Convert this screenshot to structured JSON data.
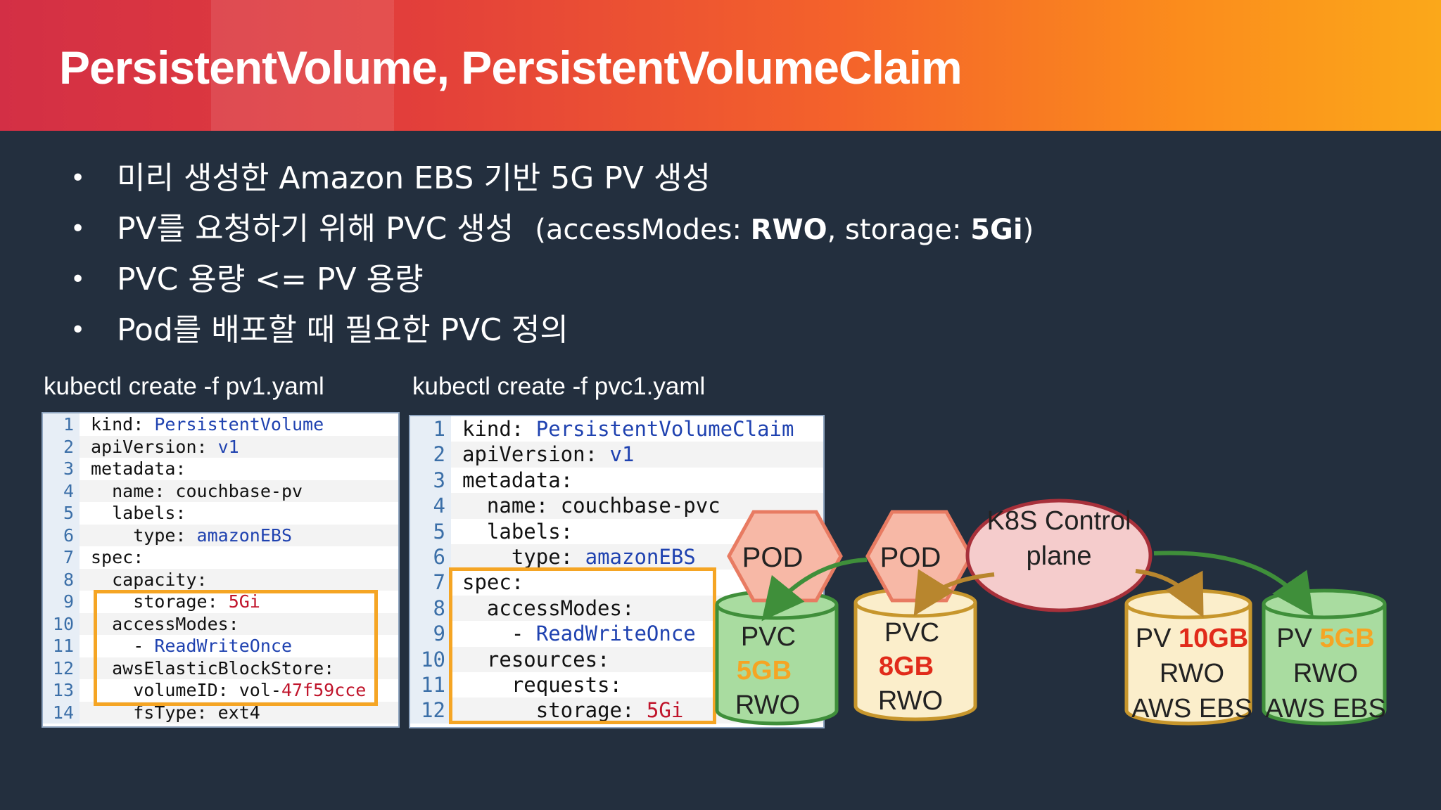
{
  "title": "PersistentVolume, PersistentVolumeClaim",
  "bullets": [
    {
      "text": "미리 생성한 Amazon EBS 기반 5G PV 생성"
    },
    {
      "text": "PV를 요청하기 위해 PVC 생성",
      "paren_prefix": "(accessModes: ",
      "paren_b1": "RWO",
      "paren_mid": ", storage: ",
      "paren_b2": "5Gi",
      "paren_suffix": ")"
    },
    {
      "text": "PVC 용량 <= PV 용량"
    },
    {
      "text": "Pod를 배포할 때 필요한 PVC 정의"
    }
  ],
  "bullet_marker": "•",
  "pv_yaml": {
    "caption": "kubectl create -f pv1.yaml",
    "lines": [
      {
        "n": "1",
        "indent": "",
        "key": "kind:",
        "val": " PersistentVolume",
        "val_color": "blue"
      },
      {
        "n": "2",
        "indent": "",
        "key": "apiVersion:",
        "val": " v1",
        "val_color": "blue"
      },
      {
        "n": "3",
        "indent": "",
        "key": "metadata:",
        "val": "",
        "val_color": "blue"
      },
      {
        "n": "4",
        "indent": "  ",
        "key": "name:",
        "val": " couchbase-pv",
        "val_color": "black"
      },
      {
        "n": "5",
        "indent": "  ",
        "key": "labels:",
        "val": "",
        "val_color": "blue"
      },
      {
        "n": "6",
        "indent": "    ",
        "key": "type:",
        "val": " amazonEBS",
        "val_color": "blue"
      },
      {
        "n": "7",
        "indent": "",
        "key": "spec:",
        "val": "",
        "val_color": "blue"
      },
      {
        "n": "8",
        "indent": "  ",
        "key": "capacity:",
        "val": "",
        "val_color": "blue"
      },
      {
        "n": "9",
        "indent": "    ",
        "key": "storage:",
        "val": " 5Gi",
        "val_color": "red"
      },
      {
        "n": "10",
        "indent": "  ",
        "key": "accessModes:",
        "val": "",
        "val_color": "blue"
      },
      {
        "n": "11",
        "indent": "    ",
        "key": "- ",
        "val": "ReadWriteOnce",
        "val_color": "blue"
      },
      {
        "n": "12",
        "indent": "  ",
        "key": "awsElasticBlockStore:",
        "val": "",
        "val_color": "blue"
      },
      {
        "n": "13",
        "indent": "    ",
        "key": "volumeID:",
        "val": " vol-47f59cce",
        "val_color": "mixed"
      },
      {
        "n": "14",
        "indent": "    ",
        "key": "fsType:",
        "val": " ext4",
        "val_color": "black"
      }
    ]
  },
  "pvc_yaml": {
    "caption": "kubectl create -f pvc1.yaml",
    "lines": [
      {
        "n": "1",
        "indent": "",
        "key": "kind:",
        "val": " PersistentVolumeClaim",
        "val_color": "blue"
      },
      {
        "n": "2",
        "indent": "",
        "key": "apiVersion:",
        "val": " v1",
        "val_color": "blue"
      },
      {
        "n": "3",
        "indent": "",
        "key": "metadata:",
        "val": "",
        "val_color": "blue"
      },
      {
        "n": "4",
        "indent": "  ",
        "key": "name:",
        "val": " couchbase-pvc",
        "val_color": "black"
      },
      {
        "n": "5",
        "indent": "  ",
        "key": "labels:",
        "val": "",
        "val_color": "blue"
      },
      {
        "n": "6",
        "indent": "    ",
        "key": "type:",
        "val": " amazonEBS",
        "val_color": "blue"
      },
      {
        "n": "7",
        "indent": "",
        "key": "spec:",
        "val": "",
        "val_color": "blue"
      },
      {
        "n": "8",
        "indent": "  ",
        "key": "accessModes:",
        "val": "",
        "val_color": "blue"
      },
      {
        "n": "9",
        "indent": "    ",
        "key": "- ",
        "val": "ReadWriteOnce",
        "val_color": "blue"
      },
      {
        "n": "10",
        "indent": "  ",
        "key": "resources:",
        "val": "",
        "val_color": "blue"
      },
      {
        "n": "11",
        "indent": "    ",
        "key": "requests:",
        "val": "",
        "val_color": "blue"
      },
      {
        "n": "12",
        "indent": "      ",
        "key": "storage:",
        "val": " 5Gi",
        "val_color": "red"
      }
    ]
  },
  "diagram": {
    "pod1": "POD",
    "pod2": "POD",
    "control_plane": [
      "K8S Control",
      "plane"
    ],
    "pvc1": [
      "PVC",
      "5GB",
      "RWO"
    ],
    "pvc2": [
      "PVC",
      "8GB",
      "RWO"
    ],
    "pv1": [
      "PV ",
      "10GB",
      "RWO",
      "AWS EBS"
    ],
    "pv2": [
      "PV ",
      "5GB",
      "RWO",
      "AWS EBS"
    ]
  },
  "colors": {
    "background": "#232f3e",
    "highlight_box": "#f5a524",
    "green_cylinder": "#a9dca0",
    "cream_cylinder": "#fbeecb",
    "pod_fill": "#f7b8a6",
    "control_plane_fill": "#f5cccc",
    "arrow_green": "#3f8f3a",
    "arrow_brown": "#b8862e",
    "red_text": "#e12b1a",
    "orange_text": "#f5a524"
  }
}
